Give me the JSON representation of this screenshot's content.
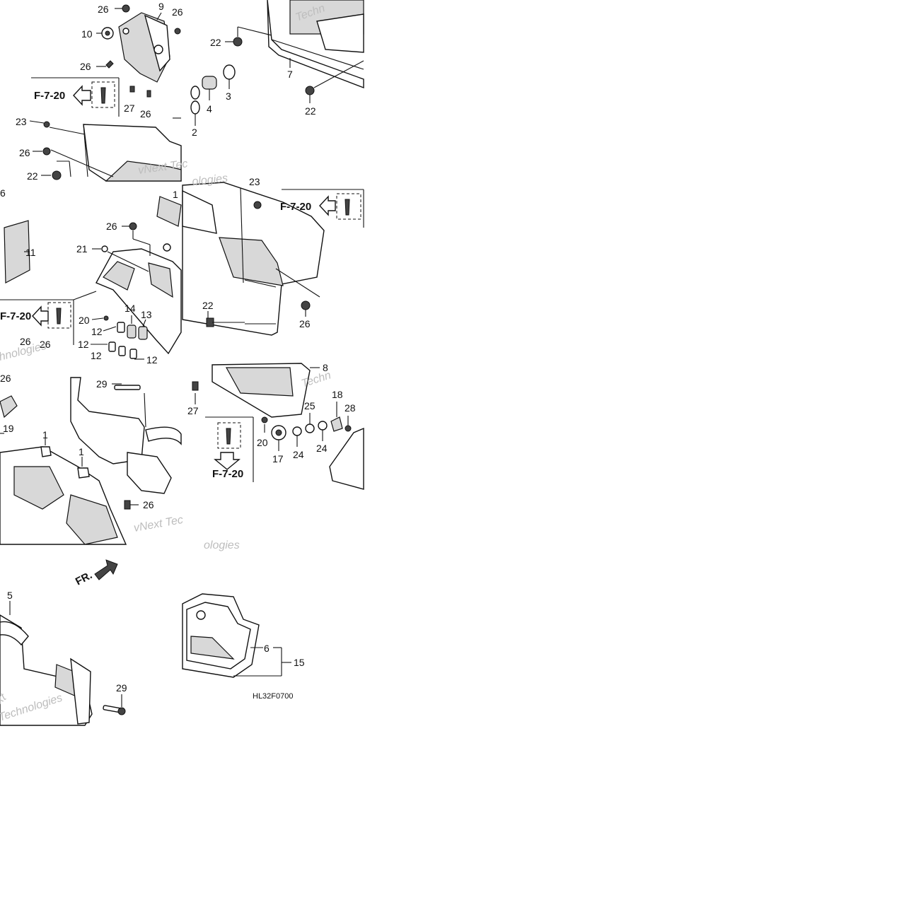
{
  "diagram": {
    "code": "HL32F0700",
    "front_label": "FR.",
    "ref_label": "F-7-20",
    "watermark_words": [
      "vNext Tec",
      "Techn",
      "ologies",
      "hnologies",
      "Technologies",
      "xt"
    ],
    "callouts": [
      {
        "id": "c26a",
        "text": "26"
      },
      {
        "id": "c9",
        "text": "9"
      },
      {
        "id": "c26b",
        "text": "26"
      },
      {
        "id": "c10",
        "text": "10"
      },
      {
        "id": "c26c",
        "text": "26"
      },
      {
        "id": "c27a",
        "text": "27"
      },
      {
        "id": "c26d",
        "text": "26"
      },
      {
        "id": "c23a",
        "text": "23"
      },
      {
        "id": "c26e",
        "text": "26"
      },
      {
        "id": "c22a",
        "text": "22"
      },
      {
        "id": "c22b",
        "text": "22"
      },
      {
        "id": "c7",
        "text": "7"
      },
      {
        "id": "c4",
        "text": "4"
      },
      {
        "id": "c3",
        "text": "3"
      },
      {
        "id": "c2",
        "text": "2"
      },
      {
        "id": "c22c",
        "text": "22"
      },
      {
        "id": "c11",
        "text": "11"
      },
      {
        "id": "c26f",
        "text": "26"
      },
      {
        "id": "c21",
        "text": "21"
      },
      {
        "id": "c20a",
        "text": "20"
      },
      {
        "id": "c14",
        "text": "14"
      },
      {
        "id": "c13",
        "text": "13"
      },
      {
        "id": "c12a",
        "text": "12"
      },
      {
        "id": "c12b",
        "text": "12"
      },
      {
        "id": "c12c",
        "text": "12"
      },
      {
        "id": "c12d",
        "text": "12"
      },
      {
        "id": "c26g",
        "text": "26"
      },
      {
        "id": "c26h",
        "text": "26"
      },
      {
        "id": "c23b",
        "text": "23"
      },
      {
        "id": "c22d",
        "text": "22"
      },
      {
        "id": "c26i",
        "text": "26"
      },
      {
        "id": "c1a",
        "text": "1"
      },
      {
        "id": "c19",
        "text": "19"
      },
      {
        "id": "c29a",
        "text": "29"
      },
      {
        "id": "c1b",
        "text": "1"
      },
      {
        "id": "c26j",
        "text": "26"
      },
      {
        "id": "c8",
        "text": "8"
      },
      {
        "id": "c27b",
        "text": "27"
      },
      {
        "id": "c18",
        "text": "18"
      },
      {
        "id": "c25",
        "text": "25"
      },
      {
        "id": "c28",
        "text": "28"
      },
      {
        "id": "c20b",
        "text": "20"
      },
      {
        "id": "c17",
        "text": "17"
      },
      {
        "id": "c24a",
        "text": "24"
      },
      {
        "id": "c24b",
        "text": "24"
      },
      {
        "id": "c5",
        "text": "5"
      },
      {
        "id": "c29b",
        "text": "29"
      },
      {
        "id": "c6",
        "text": "6"
      },
      {
        "id": "c15",
        "text": "15"
      },
      {
        "id": "c1c",
        "text": "1"
      },
      {
        "id": "c6b",
        "text": "6"
      },
      {
        "id": "c26k",
        "text": "26"
      }
    ]
  }
}
